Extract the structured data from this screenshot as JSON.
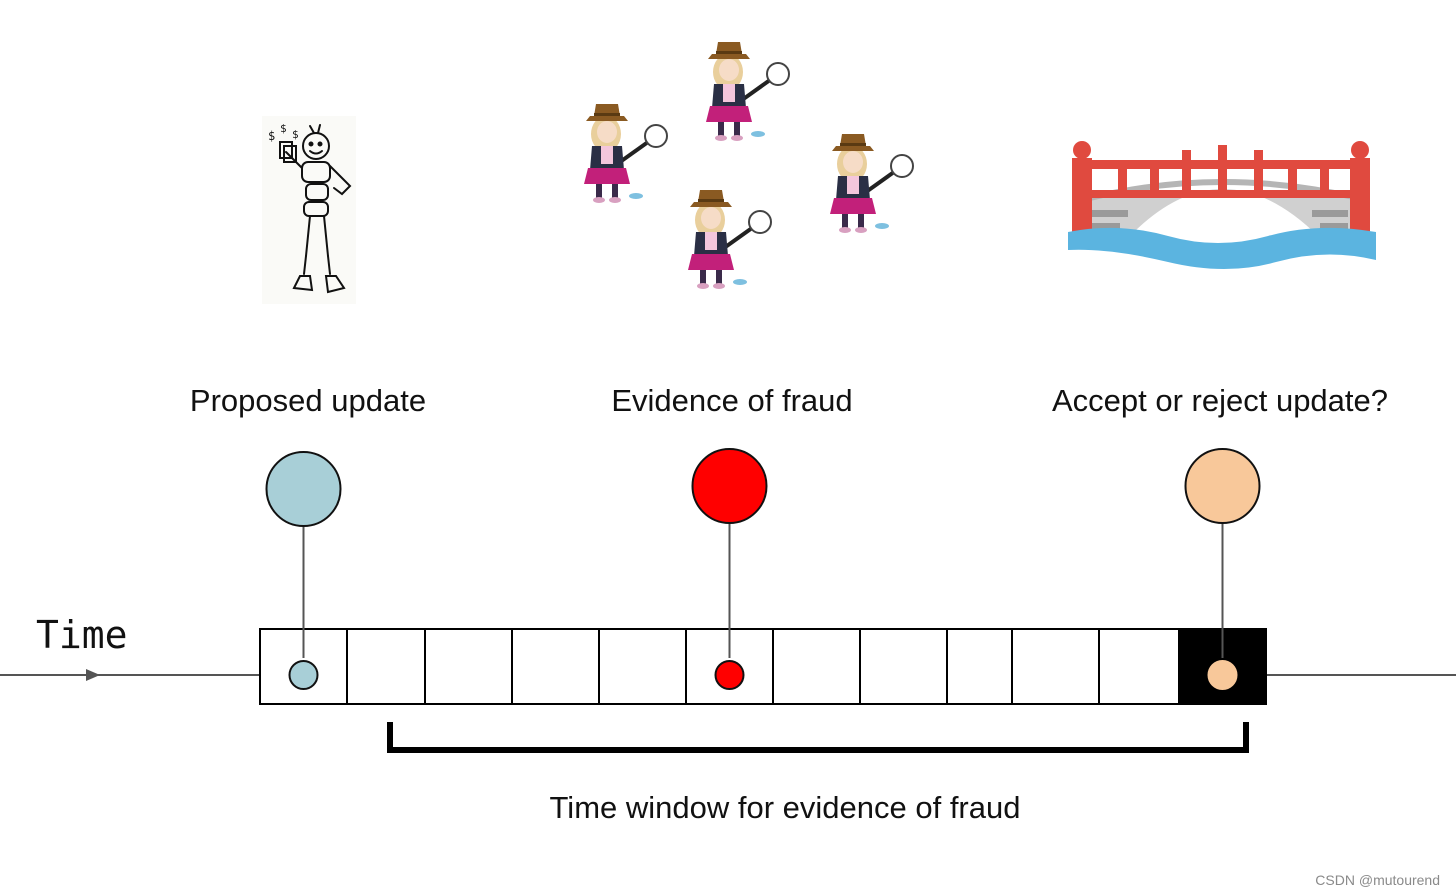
{
  "time_label": "Time",
  "events": [
    {
      "label": "Proposed update",
      "color": "#a8cfd7",
      "slot_index": 0
    },
    {
      "label": "Evidence of fraud",
      "color": "#ff0000",
      "slot_index": 5
    },
    {
      "label": "Accept or reject update?",
      "color": "#f8c89a",
      "slot_index": 11
    }
  ],
  "slot_count": 12,
  "highlighted_slot_index": 11,
  "highlight_color": "#000000",
  "window_caption": "Time window for evidence of fraud",
  "watermark": "CSDN @mutourend",
  "illustrations": {
    "proposer": "stick-figure-with-money-icon",
    "detectives": "detective-girl-with-magnifier-icon",
    "bridge": "red-bridge-over-water-icon"
  },
  "colors": {
    "bridge_rail": "#e04a3f",
    "bridge_arch": "#cfcfcf",
    "water": "#5bb4e0",
    "detective_hat": "#8a5a22",
    "detective_skirt": "#c2207a"
  }
}
